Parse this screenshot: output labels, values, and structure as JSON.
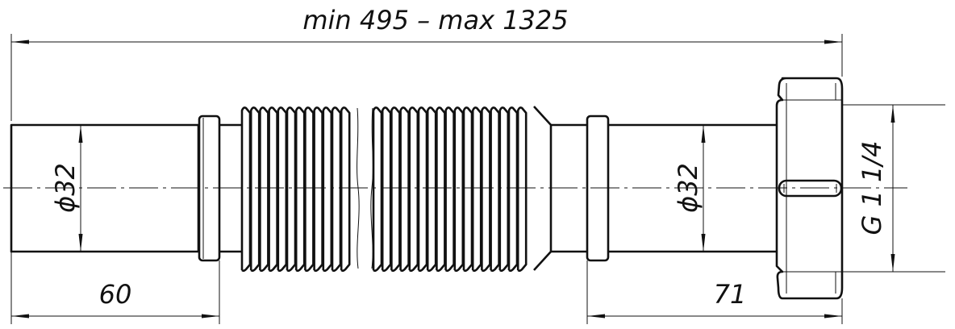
{
  "dimensions": {
    "overall_length": "min 495 – max 1325",
    "left_socket_length": "60",
    "right_outlet_length": "71",
    "left_diameter": "ϕ32",
    "right_diameter": "ϕ32",
    "nut_thread": "G 1 1/4"
  },
  "colors": {
    "line": "#111111",
    "background": "#ffffff"
  }
}
